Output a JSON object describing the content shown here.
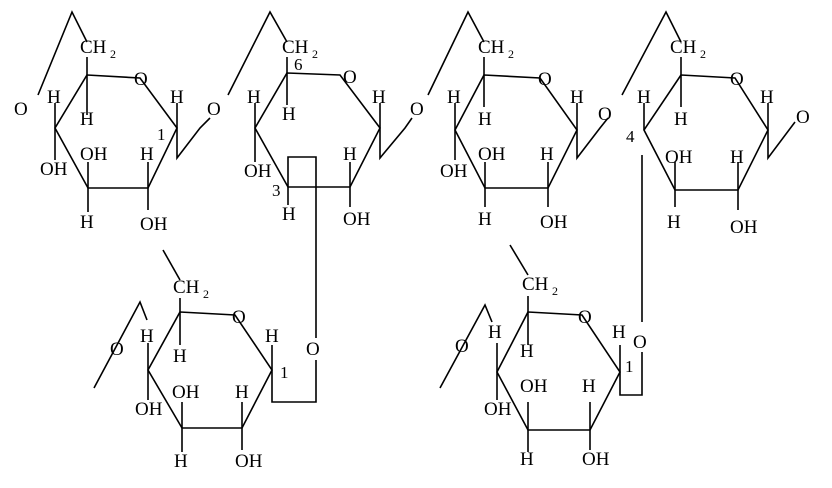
{
  "labels": {
    "ch2": "CH",
    "sub2": "2",
    "ring_o": "O",
    "bridge_o": "O",
    "h": "H",
    "oh": "OH",
    "c1": "1",
    "c3": "3",
    "c4": "4",
    "c6": "6"
  }
}
